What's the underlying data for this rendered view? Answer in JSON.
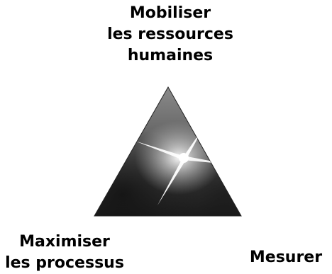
{
  "diagram": {
    "top_label": [
      "Mobiliser",
      "les ressources",
      "humaines"
    ],
    "left_label": [
      "Maximiser",
      "les processus"
    ],
    "right_label": [
      "Mesurer"
    ]
  },
  "colors": {
    "triangle_dark": "#1a1a1a",
    "triangle_mid": "#6b6b6b",
    "triangle_light": "#d9d9d9",
    "text": "#000000",
    "background": "#ffffff"
  }
}
